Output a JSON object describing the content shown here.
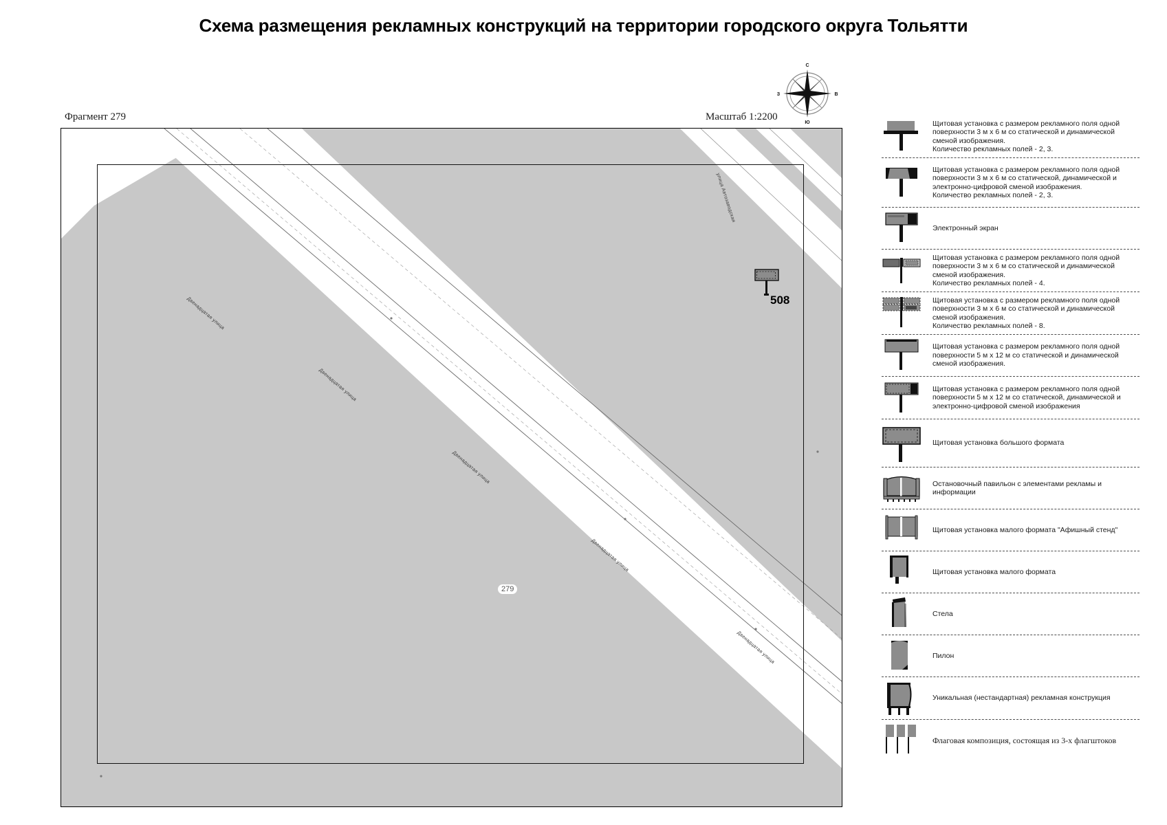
{
  "document": {
    "title": "Схема размещения рекламных конструкций на территории городского округа Тольятти"
  },
  "map": {
    "fragment_label": "Фрагмент 279",
    "scale_label": "Масштаб 1:2200",
    "fragment_id": "279",
    "markers": [
      {
        "id": "508",
        "label": "508",
        "type": "billboard"
      }
    ],
    "street_labels": [
      "Двенадцатая улица",
      "Двенадцатая улица",
      "Двенадцатая улица",
      "Двенадцатая улица",
      "Двенадцатая улица",
      "улица Автозаводская"
    ],
    "compass": {
      "north": "С",
      "south": "Ю",
      "east": "В",
      "west": "З"
    },
    "colors": {
      "land_fill": "#c8c8c8",
      "road_fill": "#ffffff",
      "frame_stroke": "#000000"
    }
  },
  "legend": {
    "items": [
      {
        "icon": "billboard-3x6-static-dynamic-icon",
        "text": "Щитовая установка с размером рекламного поля одной поверхности 3 м х 6 м со статической и динамической сменой изображения.\nКоличество рекламных полей - 2, 3."
      },
      {
        "icon": "billboard-3x6-static-dynamic-digital-icon",
        "text": "Щитовая установка с размером рекламного поля одной поверхности 3 м х 6 м со статической, динамической и электронно-цифровой сменой изображения.\nКоличество рекламных полей - 2, 3."
      },
      {
        "icon": "electronic-screen-icon",
        "text": "Электронный экран"
      },
      {
        "icon": "billboard-3x6-fields-4-icon",
        "text": "Щитовая установка с размером рекламного поля одной поверхности 3 м х 6 м со статической и динамической сменой изображения.\nКоличество рекламных полей - 4."
      },
      {
        "icon": "billboard-3x6-fields-8-icon",
        "text": "Щитовая установка с размером рекламного поля одной поверхности 3 м х 6 м со статической и динамической сменой изображения.\nКоличество рекламных полей - 8."
      },
      {
        "icon": "billboard-5x12-static-dynamic-icon",
        "text": "Щитовая установка с размером рекламного поля одной поверхности 5 м х 12 м со статической и динамической сменой изображения."
      },
      {
        "icon": "billboard-5x12-static-dynamic-digital-icon",
        "text": "Щитовая установка с размером рекламного поля одной поверхности 5 м х 12 м со статической, динамической и электронно-цифровой сменой изображения"
      },
      {
        "icon": "large-format-billboard-icon",
        "text": "Щитовая установка большого формата"
      },
      {
        "icon": "bus-stop-pavilion-icon",
        "text": "Остановочный павильон с элементами рекламы и информации"
      },
      {
        "icon": "poster-stand-icon",
        "text": "Щитовая установка малого формата \"Афишный стенд\""
      },
      {
        "icon": "small-format-billboard-icon",
        "text": "Щитовая установка малого формата"
      },
      {
        "icon": "stela-icon",
        "text": "Стела"
      },
      {
        "icon": "pylon-icon",
        "text": "Пилон"
      },
      {
        "icon": "unique-construction-icon",
        "text": "Уникальная (нестандартная) рекламная конструкция"
      },
      {
        "icon": "flag-composition-icon",
        "text": "Флаговая композиция, состоящая из 3-х флагштоков"
      }
    ]
  }
}
